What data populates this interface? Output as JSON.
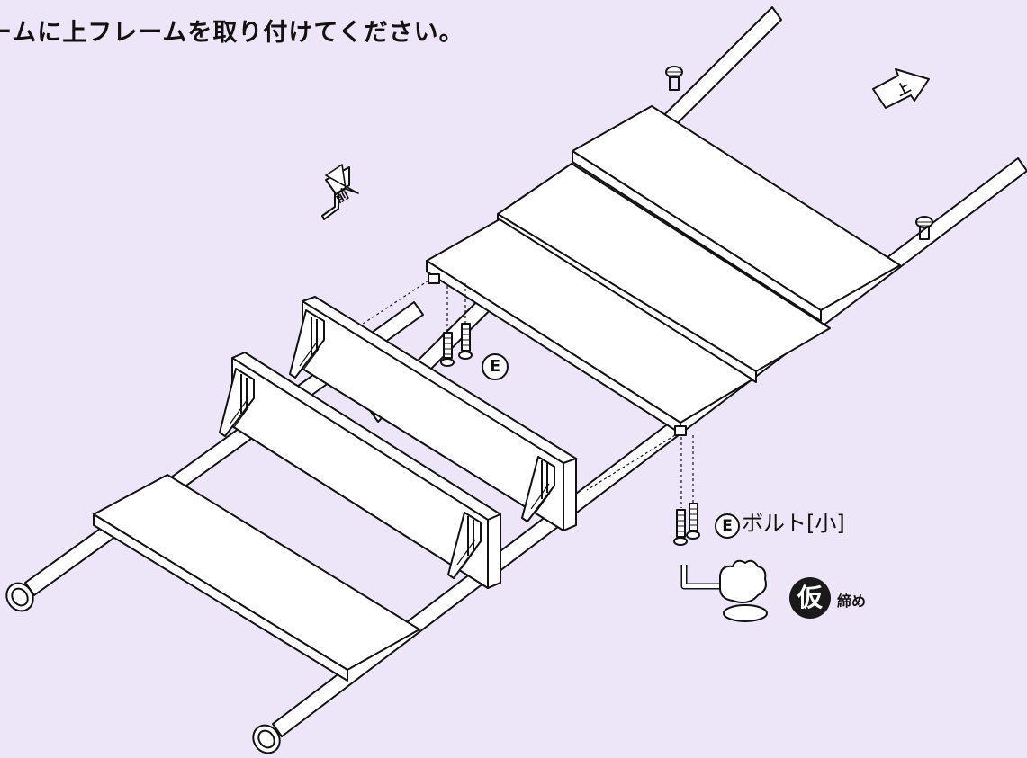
{
  "title": "ームに上フレームを取り付けてください。",
  "direction_labels": {
    "front": "前",
    "top": "上"
  },
  "parts": {
    "e_marker": "E",
    "bolt_letter": "E",
    "bolt_name": "ボルト[小]"
  },
  "instruction": {
    "badge": "仮",
    "text": "締め"
  },
  "colors": {
    "background": "#ece6f8",
    "line": "#111111",
    "panel": "#ffffff"
  },
  "icons": [
    "front-arrow-icon",
    "top-arrow-icon",
    "bolt-icon",
    "hex-key-icon",
    "hand-icon",
    "knob-icon"
  ]
}
